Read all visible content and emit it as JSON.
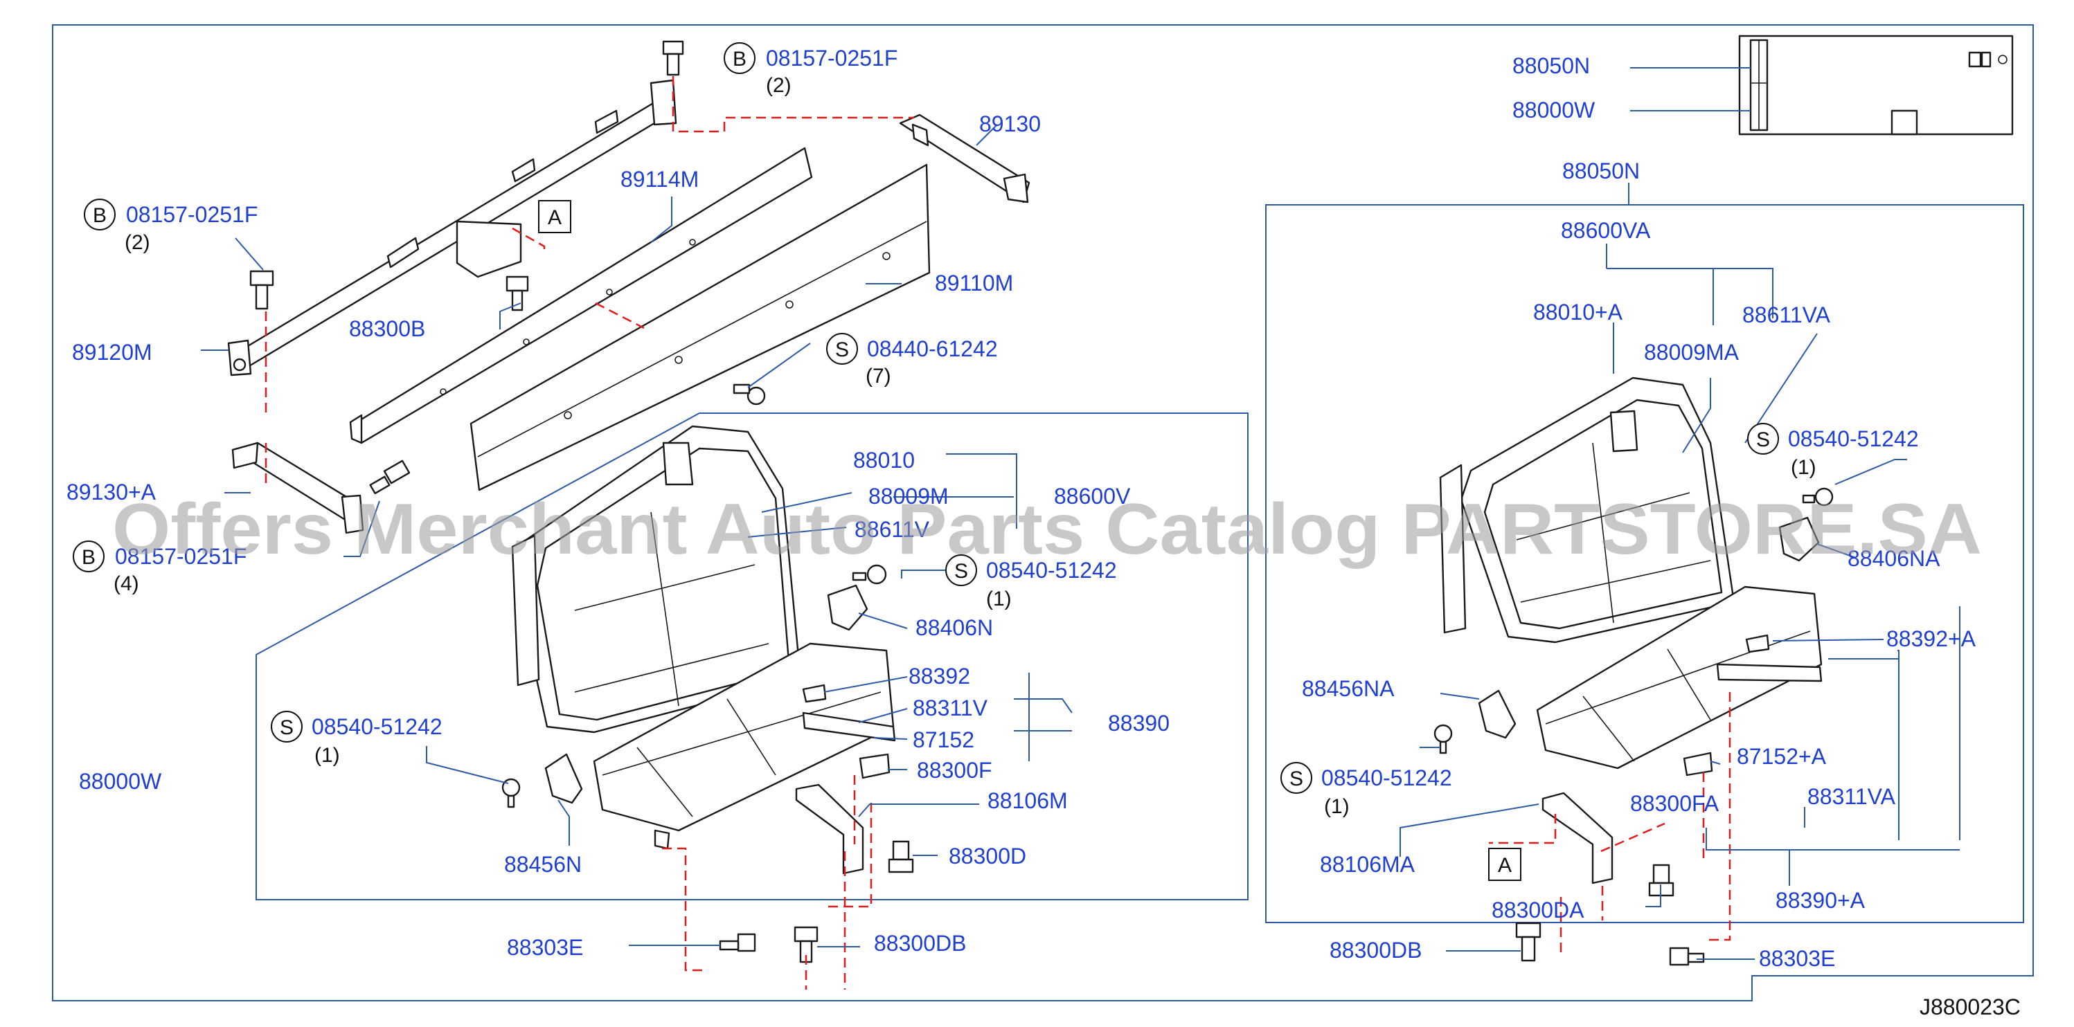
{
  "watermark": "Offers Merchant Auto Parts Catalog PARTSTORE.SA",
  "diagram_code": "J880023C",
  "ref_letters": {
    "A_top": "A",
    "A_right": "A"
  },
  "callouts": {
    "b_top": {
      "letter": "B",
      "part": "08157-0251F",
      "qty": "(2)"
    },
    "b_left": {
      "letter": "B",
      "part": "08157-0251F",
      "qty": "(2)"
    },
    "b_bottom": {
      "letter": "B",
      "part": "08157-0251F",
      "qty": "(4)"
    },
    "s_screw": {
      "letter": "S",
      "part": "08440-61242",
      "qty": "(7)"
    },
    "s_left_seat": {
      "letter": "S",
      "part": "08540-51242",
      "qty": "(1)"
    },
    "s_left_bracket": {
      "letter": "S",
      "part": "08540-51242",
      "qty": "(1)"
    },
    "s_right_top": {
      "letter": "S",
      "part": "08540-51242",
      "qty": "(1)"
    },
    "s_right_bottom": {
      "letter": "S",
      "part": "08540-51242",
      "qty": "(1)"
    }
  },
  "parts": {
    "p89130": "89130",
    "p89114M": "89114M",
    "p89110M": "89110M",
    "p89120M": "89120M",
    "p88300B": "88300B",
    "p89130A": "89130+A",
    "p88010": "88010",
    "p88009M": "88009M",
    "p88611V": "88611V",
    "p88600V": "88600V",
    "p88406N": "88406N",
    "p88392": "88392",
    "p88311V": "88311V",
    "p88390": "88390",
    "p87152": "87152",
    "p88300F": "88300F",
    "p88106M": "88106M",
    "p88300D": "88300D",
    "p88000W_left": "88000W",
    "p88456N": "88456N",
    "p88303E_left": "88303E",
    "p88300DB_left": "88300DB",
    "p88050N_a": "88050N",
    "p88000W_right": "88000W",
    "p88050N_b": "88050N",
    "p88600VA": "88600VA",
    "p88010A": "88010+A",
    "p88611VA": "88611VA",
    "p88009MA": "88009MA",
    "p88406NA": "88406NA",
    "p88392A": "88392+A",
    "p88456NA": "88456NA",
    "p87152A": "87152+A",
    "p88300FA": "88300FA",
    "p88311VA": "88311VA",
    "p88106MA": "88106MA",
    "p88300DA": "88300DA",
    "p88390A": "88390+A",
    "p88300DB_right": "88300DB",
    "p88303E_right": "88303E"
  }
}
